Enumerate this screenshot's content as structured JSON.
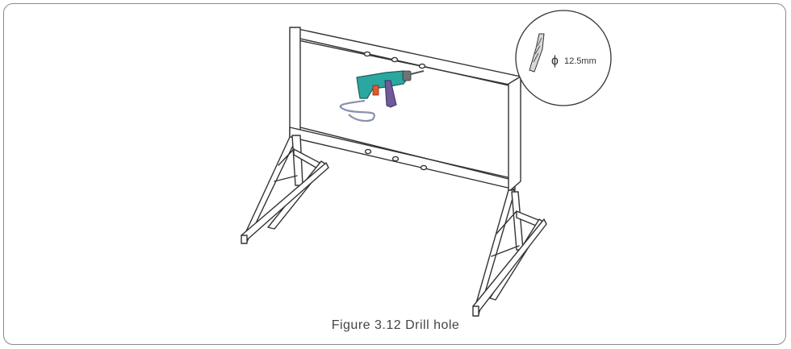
{
  "figure": {
    "caption": "Figure 3.12 Drill hole"
  },
  "callout": {
    "diameter_label": "12.5mm",
    "diameter_symbol": "ϕ",
    "subject": "drill bit"
  },
  "illustration": {
    "subject": "drill",
    "tool_colors": {
      "drill_body": "#2aa7a0",
      "drill_trigger": "#e05a2a",
      "drill_handle": "#6f5a9a",
      "cord": "#8a8fb0"
    },
    "line_color": "#333333"
  }
}
